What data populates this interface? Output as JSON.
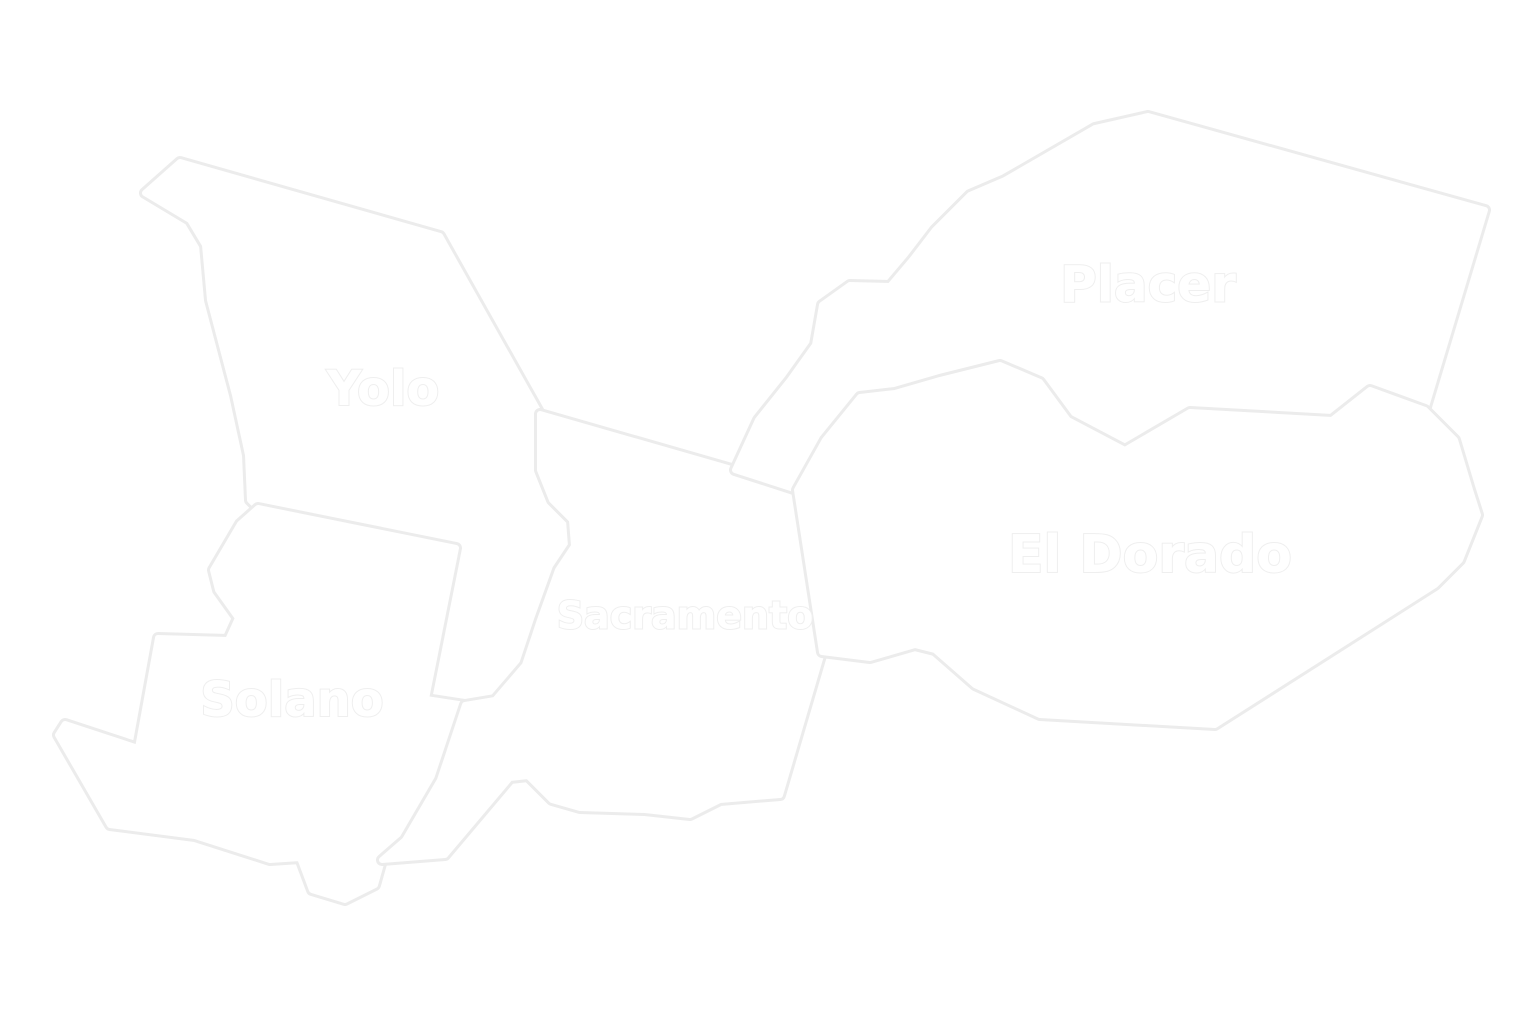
{
  "map": {
    "colors": {
      "background": "#ffffff",
      "border": "#ececec",
      "fill": "#ffffff",
      "label": "#efefef"
    },
    "counties": [
      {
        "id": "yolo",
        "name": "Yolo"
      },
      {
        "id": "solano",
        "name": "Solano"
      },
      {
        "id": "sacramento",
        "name": "Sacramento"
      },
      {
        "id": "placer",
        "name": "Placer"
      },
      {
        "id": "el-dorado",
        "name": "El Dorado"
      }
    ]
  }
}
